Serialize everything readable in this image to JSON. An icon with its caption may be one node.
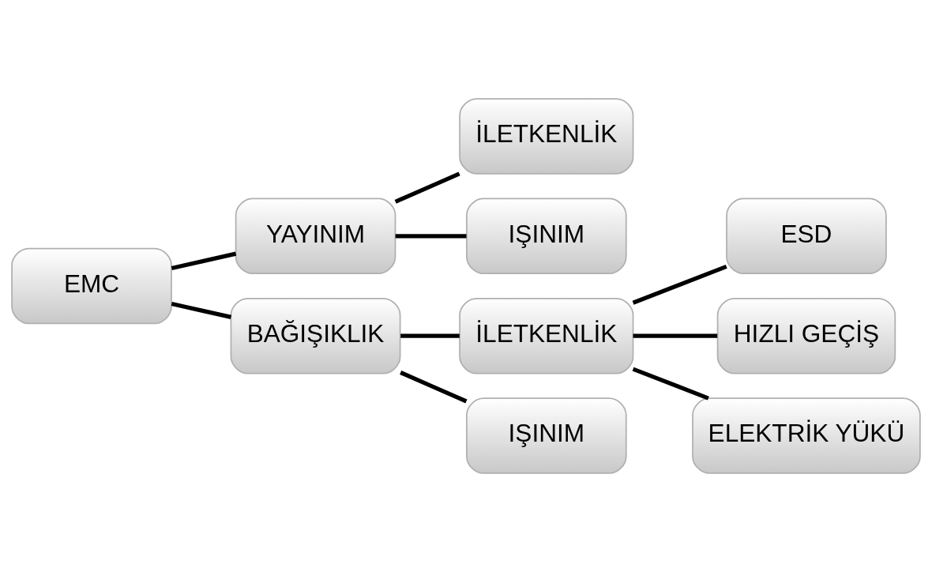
{
  "diagram": {
    "nodes": [
      {
        "text": [
          "EMC"
        ]
      },
      {
        "text": [
          "YAYINIM"
        ]
      },
      {
        "text": [
          "İLETKENLİK"
        ]
      },
      {
        "text": [
          "IŞINIM"
        ]
      },
      {
        "text": [
          "BAĞIŞIKLIK"
        ]
      },
      {
        "text": [
          "İLETKENLİK"
        ]
      },
      {
        "text": [
          "IŞINIM"
        ]
      },
      {
        "text": [
          "ESD"
        ]
      },
      {
        "text": [
          "HIZLI GEÇİŞ"
        ]
      },
      {
        "text": [
          "ELEKTRİK YÜKÜ"
        ]
      }
    ],
    "edges": [
      {
        "from": 0,
        "to": 1,
        "arrow": "none"
      },
      {
        "from": 0,
        "to": 4,
        "arrow": "none"
      },
      {
        "from": 1,
        "to": 2,
        "arrow": "none"
      },
      {
        "from": 1,
        "to": 3,
        "arrow": "none"
      },
      {
        "from": 4,
        "to": 5,
        "arrow": "none"
      },
      {
        "from": 4,
        "to": 6,
        "arrow": "none"
      },
      {
        "from": 5,
        "to": 7,
        "arrow": "none"
      },
      {
        "from": 5,
        "to": 8,
        "arrow": "none"
      },
      {
        "from": 5,
        "to": 9,
        "arrow": "none"
      }
    ]
  }
}
